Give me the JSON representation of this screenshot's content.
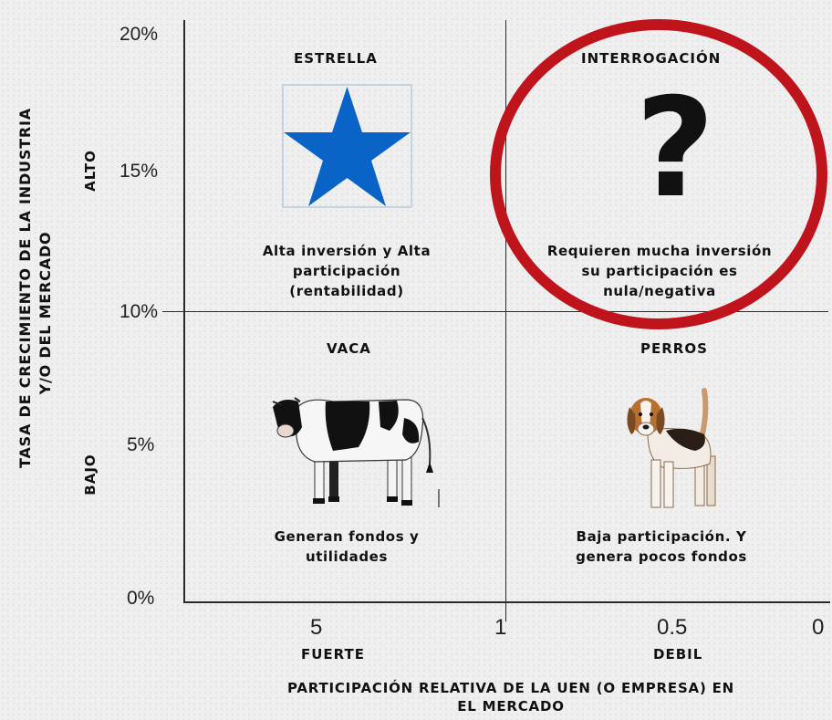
{
  "colors": {
    "star": "#0a64c8",
    "circle": "#c0141c",
    "lines": "#2a2a2a"
  },
  "y_axis": {
    "title_line1": "TASA DE CRECIMIENTO DE LA INDUSTRIA",
    "title_line2": "Y/O DEL MERCADO",
    "high": "ALTO",
    "low": "BAJO",
    "ticks": [
      "20%",
      "15%",
      "10%",
      "5%",
      "0%"
    ]
  },
  "x_axis": {
    "title_line1": "PARTICIPACIÓN RELATIVA DE LA UEN (O EMPRESA) EN",
    "title_line2": "EL MERCADO",
    "strong": "FUERTE",
    "weak": "DEBIL",
    "ticks": [
      "5",
      "1",
      "0.5",
      "0"
    ]
  },
  "quadrants": {
    "estrella": {
      "title": "ESTRELLA",
      "icon": "star-icon",
      "text_line1": "Alta inversión y Alta",
      "text_line2": "participación",
      "text_line3": "(rentabilidad)"
    },
    "interrogacion": {
      "title": "INTERROGACIÓN",
      "icon": "question-mark-icon",
      "symbol": "?",
      "text_line1": "Requieren mucha inversión",
      "text_line2": "su participación es",
      "text_line3": "nula/negativa"
    },
    "vaca": {
      "title": "VACA",
      "icon": "cow-icon",
      "text_line1": "Generan fondos y",
      "text_line2": "utilidades"
    },
    "perros": {
      "title": "PERROS",
      "icon": "dog-icon",
      "text_line1": "Baja participación. Y",
      "text_line2": "genera pocos fondos"
    }
  }
}
